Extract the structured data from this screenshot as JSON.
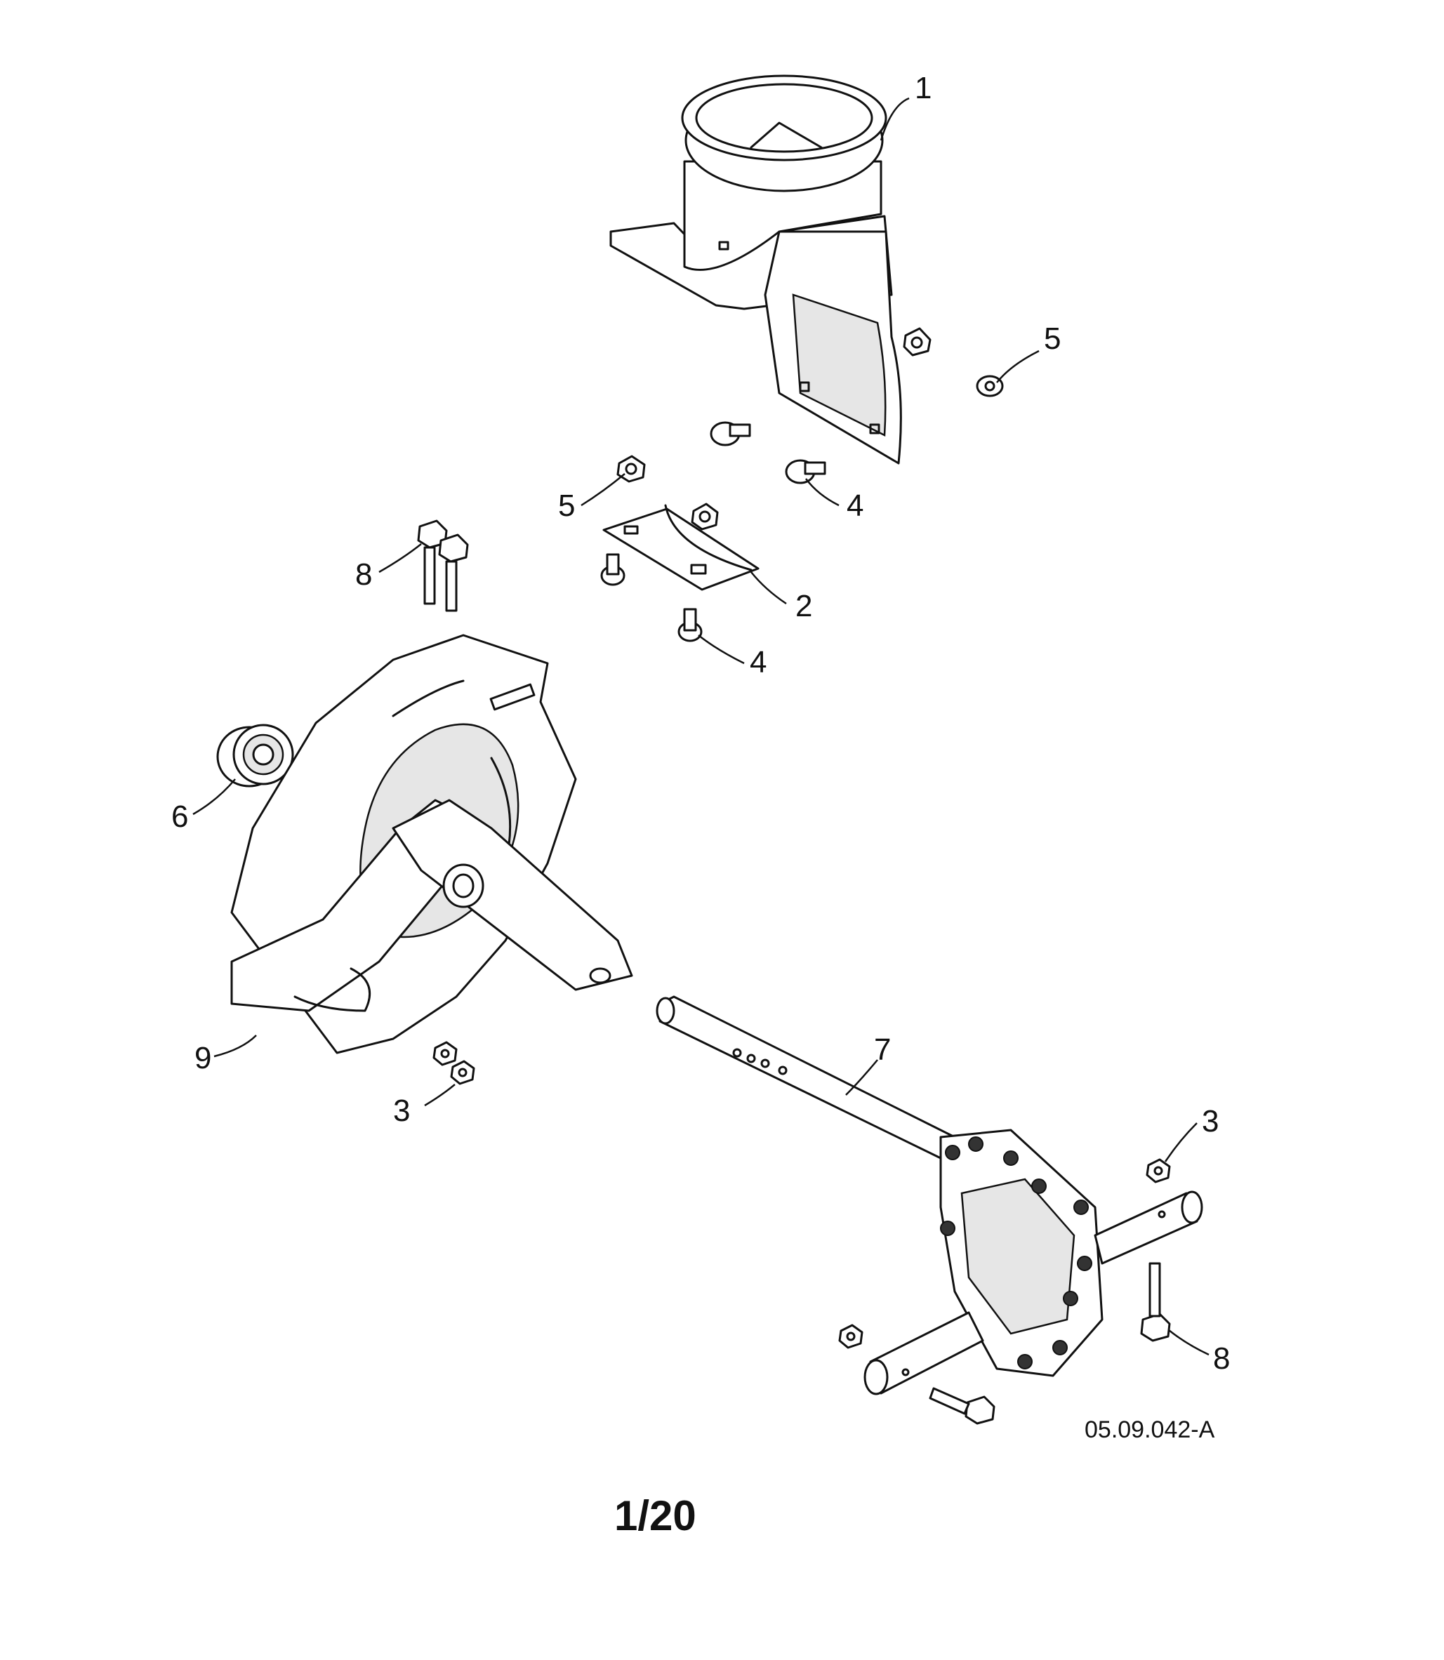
{
  "callouts": [
    {
      "id": "c1",
      "label": "1"
    },
    {
      "id": "c2",
      "label": "2"
    },
    {
      "id": "c3a",
      "label": "3"
    },
    {
      "id": "c3b",
      "label": "3"
    },
    {
      "id": "c4a",
      "label": "4"
    },
    {
      "id": "c4b",
      "label": "4"
    },
    {
      "id": "c5a",
      "label": "5"
    },
    {
      "id": "c5b",
      "label": "5"
    },
    {
      "id": "c6",
      "label": "6"
    },
    {
      "id": "c7",
      "label": "7"
    },
    {
      "id": "c8a",
      "label": "8"
    },
    {
      "id": "c8b",
      "label": "8"
    },
    {
      "id": "c9",
      "label": "9"
    }
  ],
  "drawing_code": "05.09.042-A",
  "page_number": "1/20"
}
